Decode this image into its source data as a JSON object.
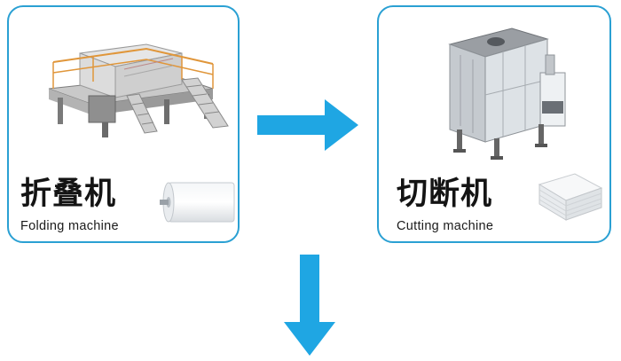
{
  "colors": {
    "card_border": "#2aa0d3",
    "arrow": "#1fa6e3",
    "title_text": "#141414"
  },
  "steps": [
    {
      "title_cn": "折叠机",
      "title_en": "Folding machine",
      "machine_image": "folding-machine",
      "product_image": "tissue-roll"
    },
    {
      "title_cn": "切断机",
      "title_en": "Cutting machine",
      "machine_image": "cutting-machine",
      "product_image": "tissue-stack"
    }
  ],
  "arrows": [
    "arrow-right",
    "arrow-down"
  ]
}
